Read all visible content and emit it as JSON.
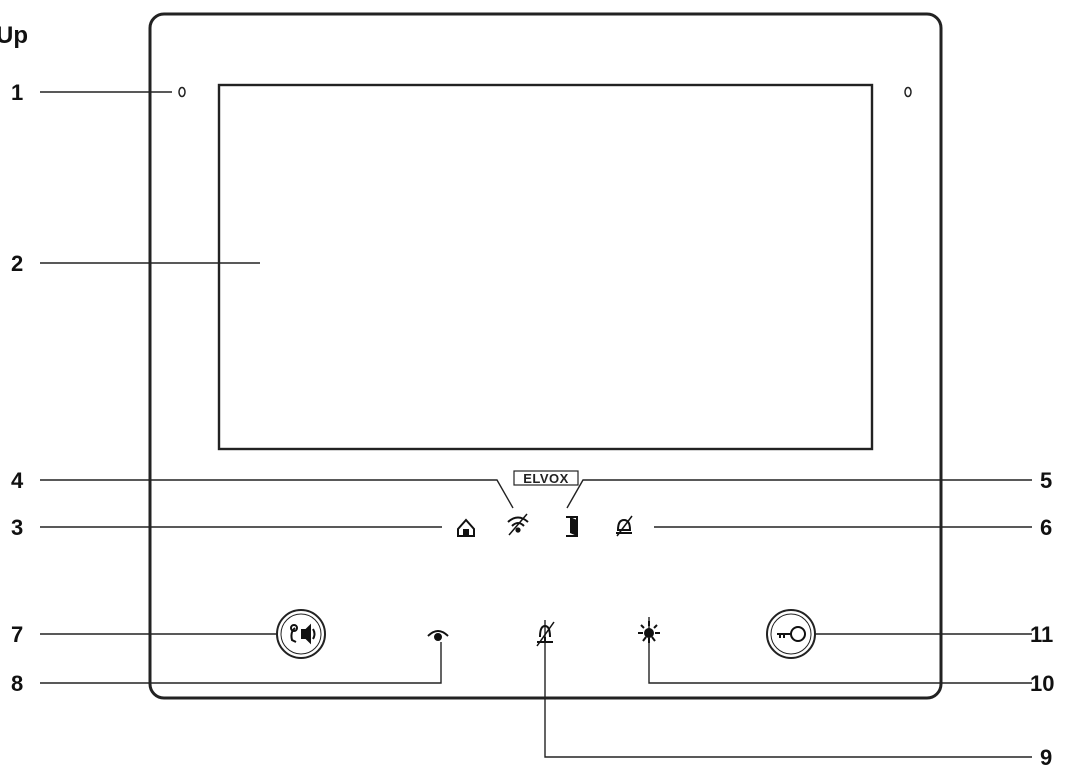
{
  "corner_text": "Up",
  "brand_logo": "ELVOX",
  "callouts": [
    {
      "number": "1",
      "target": "microphone-hole"
    },
    {
      "number": "2",
      "target": "display-screen"
    },
    {
      "number": "3",
      "target": "home-led-icon"
    },
    {
      "number": "4",
      "target": "wifi-led-icon"
    },
    {
      "number": "5",
      "target": "door-led-icon"
    },
    {
      "number": "6",
      "target": "mute-led-icon"
    },
    {
      "number": "7",
      "target": "answer-call-button"
    },
    {
      "number": "8",
      "target": "camera-touch-icon"
    },
    {
      "number": "9",
      "target": "mic-mute-touch-icon"
    },
    {
      "number": "10",
      "target": "light-touch-icon"
    },
    {
      "number": "11",
      "target": "door-release-button"
    }
  ],
  "icons": [
    "home-icon",
    "wifi-icon",
    "door-icon",
    "mute-icon",
    "handset-speaker-icon",
    "eye-icon",
    "mic-off-icon",
    "light-bulb-icon",
    "key-icon"
  ],
  "colors": {
    "line": "#222222",
    "background": "#ffffff"
  }
}
